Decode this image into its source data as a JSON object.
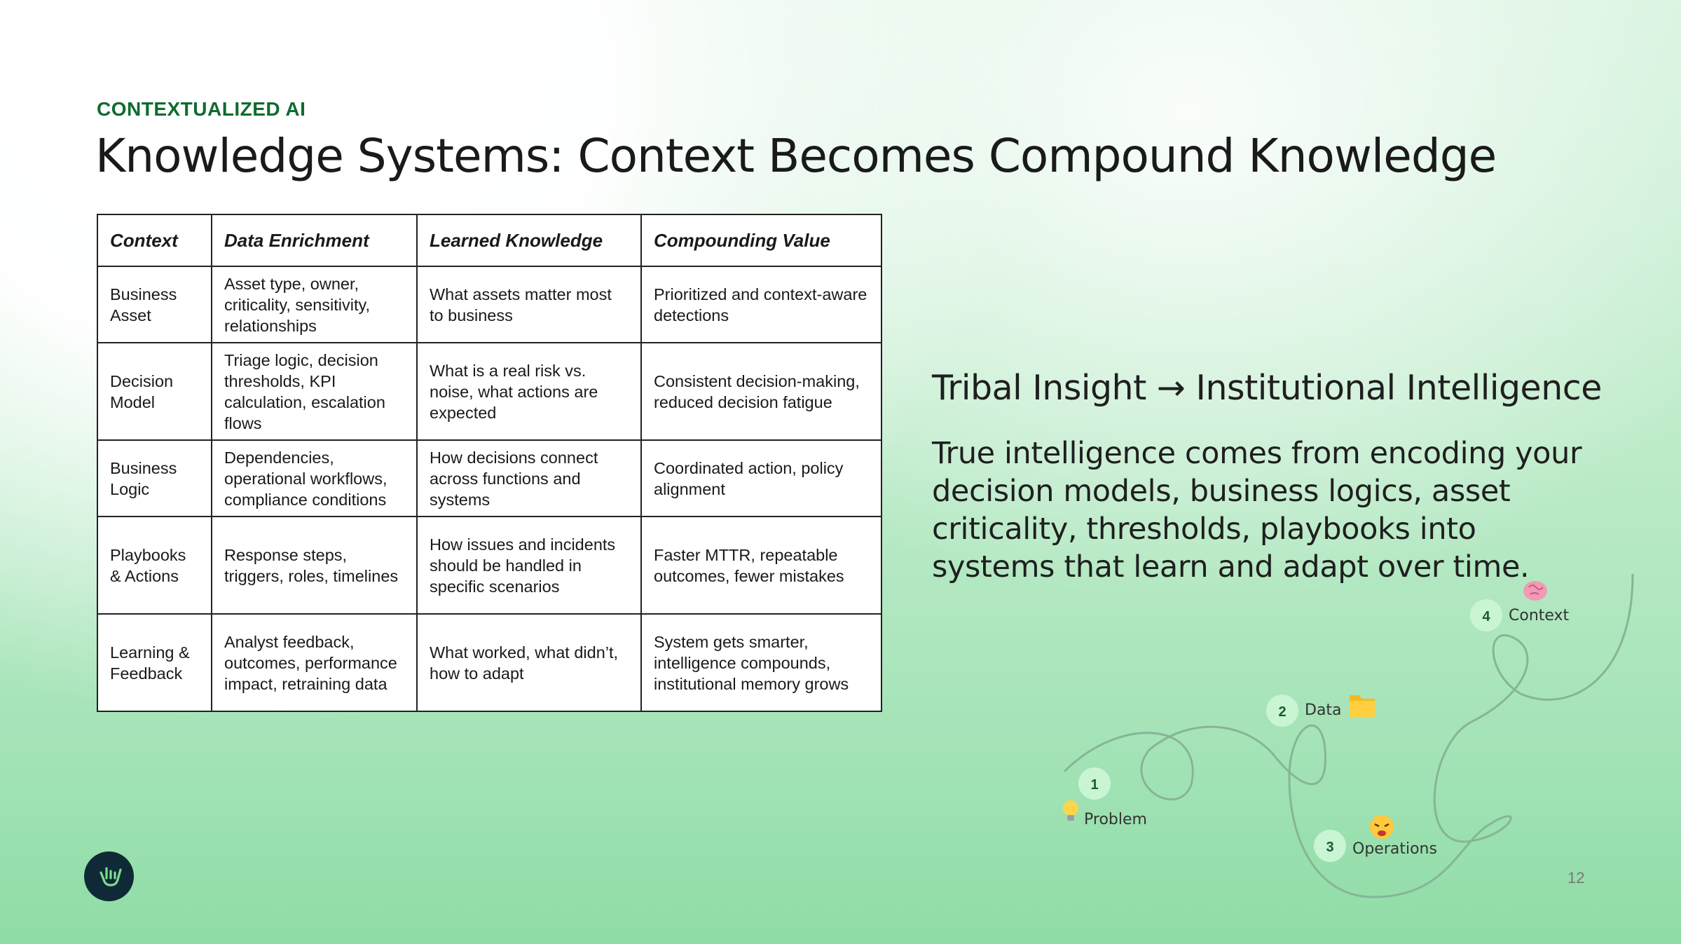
{
  "slide": {
    "eyebrow": "CONTEXTUALIZED AI",
    "title": "Knowledge Systems: Context Becomes Compound Knowledge",
    "page_number": "12"
  },
  "table": {
    "headers": [
      "Context",
      "Data Enrichment",
      "Learned Knowledge",
      "Compounding Value"
    ],
    "rows": [
      [
        "Business Asset",
        "Asset type, owner, criticality, sensitivity, relationships",
        "What assets matter most to business",
        "Prioritized and context-aware detections"
      ],
      [
        "Decision Model",
        "Triage logic, decision thresholds, KPI calculation, escalation flows",
        "What is a real risk vs. noise, what actions are expected",
        "Consistent decision-making, reduced decision fatigue"
      ],
      [
        "Business Logic",
        "Dependencies, operational workflows, compliance conditions",
        "How decisions connect across functions and systems",
        "Coordinated action, policy alignment"
      ],
      [
        "Playbooks & Actions",
        "Response steps, triggers, roles, timelines",
        "How issues and incidents should be handled in specific scenarios",
        "Faster MTTR, repeatable outcomes, fewer mistakes"
      ],
      [
        "Learning & Feedback",
        "Analyst feedback, outcomes, performance impact, retraining data",
        "What worked, what didn’t, how to adapt",
        "System gets smarter, intelligence compounds, institutional memory grows"
      ]
    ]
  },
  "insight": {
    "subhead": "Tribal Insight → Institutional Intelligence",
    "body": "True intelligence comes from encoding your decision models, business logics, asset criticality, thresholds, playbooks into systems that learn and adapt over time."
  },
  "journey": {
    "steps": [
      {
        "number": "1",
        "label": "Problem",
        "icon": "lightbulb-icon"
      },
      {
        "number": "2",
        "label": "Data",
        "icon": "folder-icon"
      },
      {
        "number": "3",
        "label": "Operations",
        "icon": "frustrated-face-icon"
      },
      {
        "number": "4",
        "label": "Context",
        "icon": "brain-icon"
      }
    ],
    "line_color": "#86b596",
    "badge_color": "#c9f5d4",
    "badge_text_color": "#1a5c30"
  },
  "colors": {
    "accent": "#0f6b2f",
    "logo_bg": "#0f2a36",
    "logo_fg": "#7cdc8e"
  }
}
